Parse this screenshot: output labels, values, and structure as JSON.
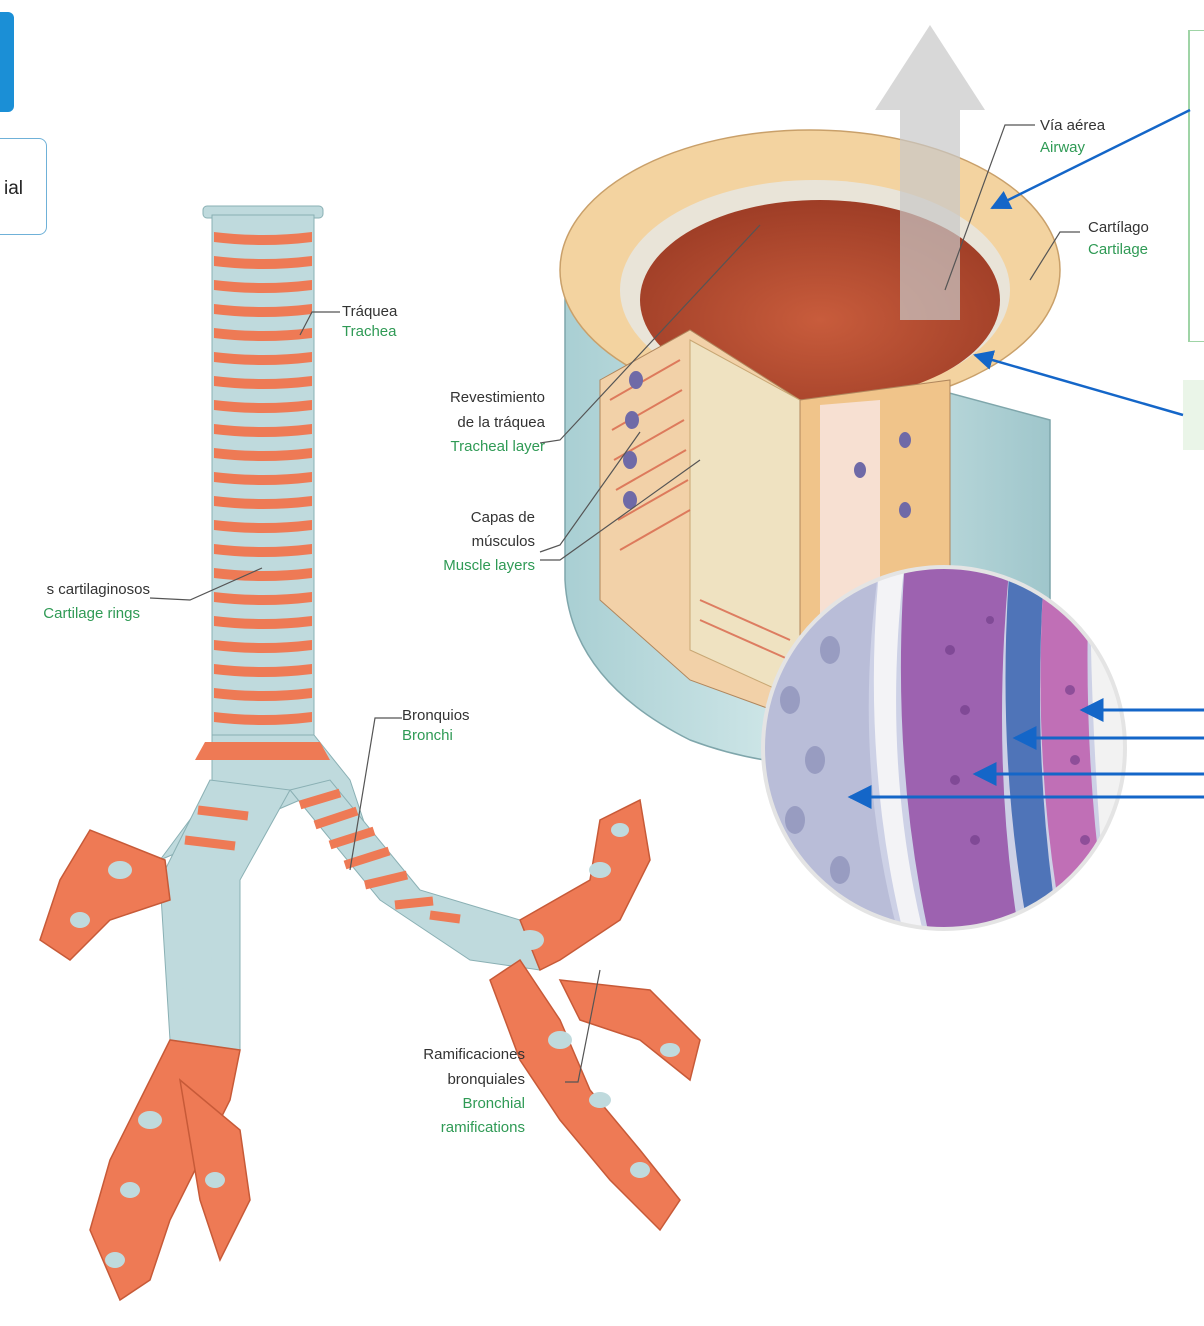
{
  "partial_tab": {
    "text": "ial"
  },
  "labels": {
    "trachea": {
      "es": "Tráquea",
      "en": "Trachea"
    },
    "cartilage_rings": {
      "es": "s cartilaginosos",
      "en": "Cartilage rings"
    },
    "bronchi": {
      "es": "Bronquios",
      "en": "Bronchi"
    },
    "bronchial_ramifications": {
      "es_1": "Ramificaciones",
      "es_2": "bronquiales",
      "en_1": "Bronchial",
      "en_2": "ramifications"
    },
    "tracheal_layer": {
      "es_1": "Revestimiento",
      "es_2": "de la tráquea",
      "en": "Tracheal layer"
    },
    "muscle_layers": {
      "es_1": "Capas de",
      "es_2": "músculos",
      "en": "Muscle layers"
    },
    "airway": {
      "es": "Vía aérea",
      "en": "Airway"
    },
    "cartilage": {
      "es": "Cartílago",
      "en": "Cartilage"
    }
  },
  "colors": {
    "accent_blue": "#1b8fd6",
    "arrow_blue": "#1466c8",
    "label_green": "#2f9a55",
    "cartilage_orange": "#ee7a55",
    "airway_pale_blue": "#bfdadd",
    "lumen_red": "#b84a30",
    "cartilage_tan": "#f3d3a0"
  }
}
